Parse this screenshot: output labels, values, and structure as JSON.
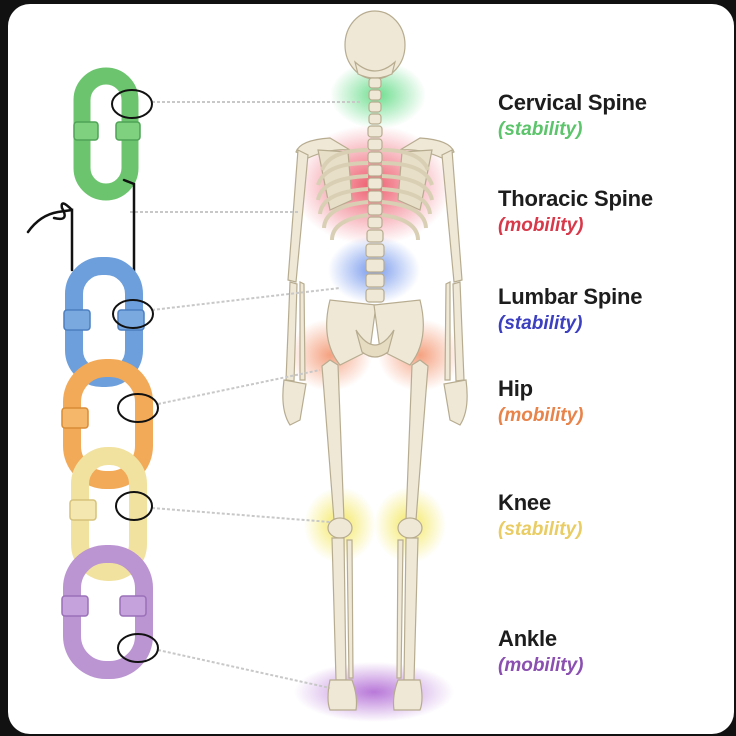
{
  "colors": {
    "green": "#5cc46a",
    "red": "#d8394a",
    "blue": "#3c3fc0",
    "orange": "#e8834a",
    "yellow": "#e9cc63",
    "purple": "#8a4fb0",
    "link_green": "#6cc56e",
    "link_blue": "#6c9fdb",
    "link_orange": "#f2a958",
    "link_yellow": "#f1e2a0",
    "link_purple": "#bb94d2"
  },
  "labels": [
    {
      "joint": "Cervical Spine",
      "quality": "(stability)",
      "color": "#5cc46a"
    },
    {
      "joint": "Thoracic Spine",
      "quality": "(mobility)",
      "color": "#d8394a"
    },
    {
      "joint": "Lumbar Spine",
      "quality": "(stability)",
      "color": "#3c3fc0"
    },
    {
      "joint": "Hip",
      "quality": "(mobility)",
      "color": "#e8834a"
    },
    {
      "joint": "Knee",
      "quality": "(stability)",
      "color": "#e9cc63"
    },
    {
      "joint": "Ankle",
      "quality": "(mobility)",
      "color": "#8a4fb0"
    }
  ]
}
